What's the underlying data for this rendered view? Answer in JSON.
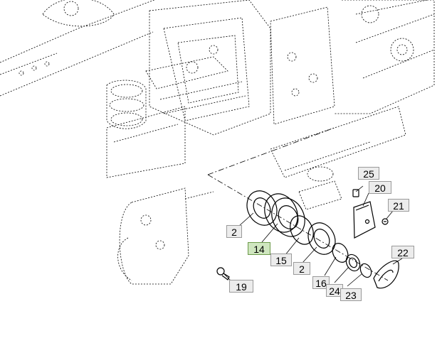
{
  "diagram": {
    "callouts": [
      {
        "label": "25",
        "selected": false
      },
      {
        "label": "20",
        "selected": false
      },
      {
        "label": "21",
        "selected": false
      },
      {
        "label": "2",
        "selected": false
      },
      {
        "label": "14",
        "selected": true
      },
      {
        "label": "15",
        "selected": false
      },
      {
        "label": "2",
        "selected": false
      },
      {
        "label": "22",
        "selected": false
      },
      {
        "label": "16",
        "selected": false
      },
      {
        "label": "24",
        "selected": false
      },
      {
        "label": "23",
        "selected": false
      },
      {
        "label": "19",
        "selected": false
      }
    ],
    "colors": {
      "line": "#000000",
      "callout_fill": "#ececec",
      "callout_selected_fill": "#cfe6bf",
      "callout_border": "#9a9a9a"
    }
  }
}
